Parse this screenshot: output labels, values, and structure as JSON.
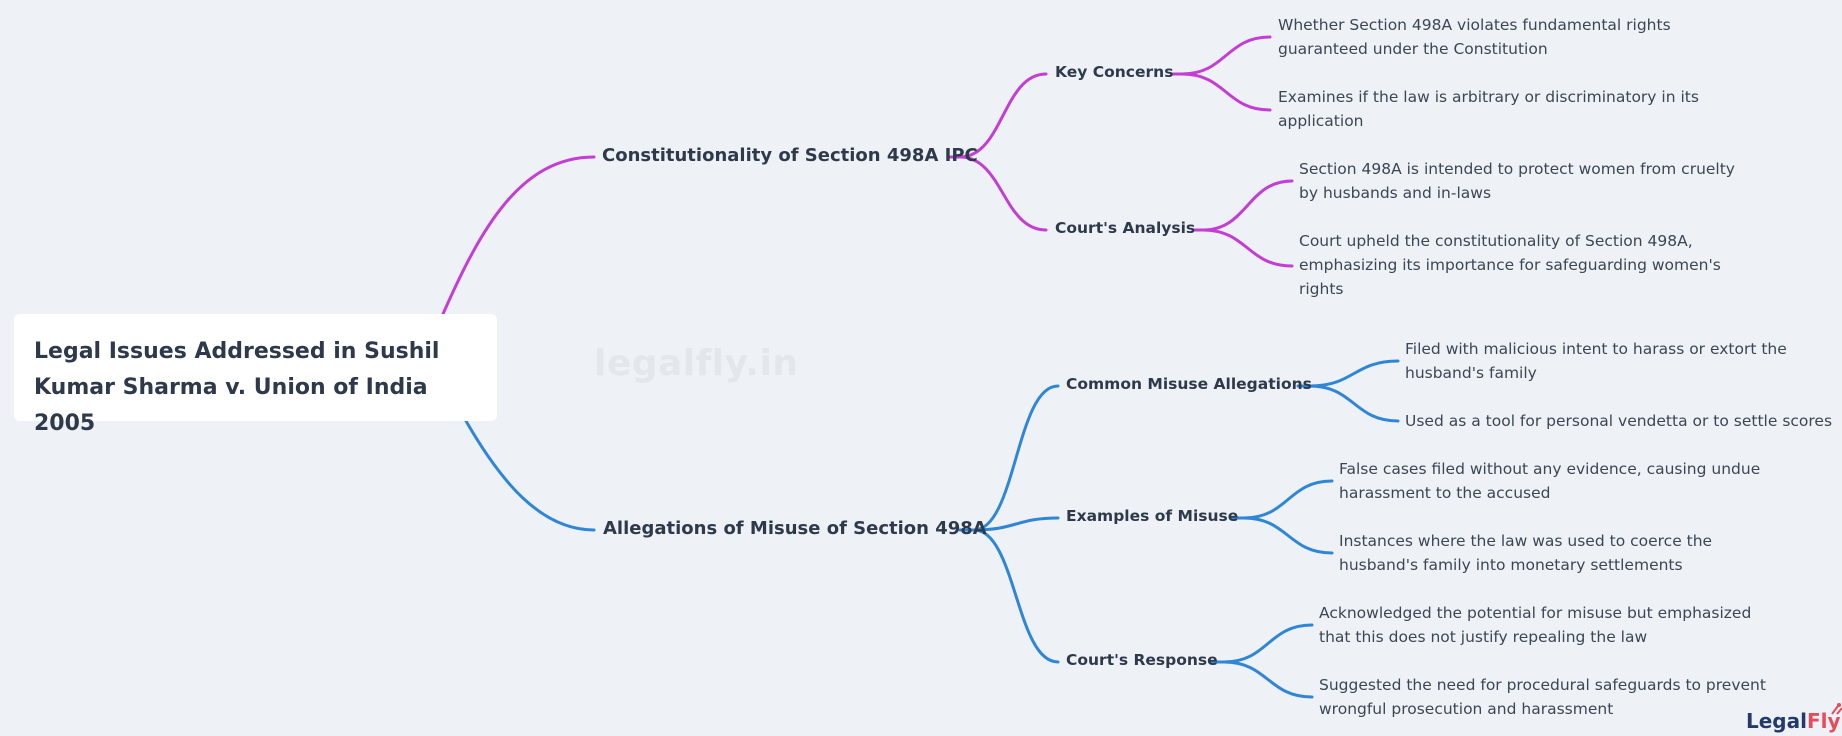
{
  "root": {
    "title_line1": "Legal Issues Addressed in Sushil",
    "title_line2": "Kumar Sharma v. Union of India 2005"
  },
  "watermark": "legalfly.in",
  "logo": {
    "part1": "Legal",
    "part2": "Fly"
  },
  "colors": {
    "branch1": "#c23ed4",
    "branch2": "#2f86d6",
    "background": "#eef2f6"
  },
  "branches": [
    {
      "label": "Constitutionality of Section 498A IPC",
      "children": [
        {
          "label": "Key Concerns",
          "leaves": [
            [
              "Whether Section 498A violates fundamental rights",
              "guaranteed under the Constitution"
            ],
            [
              "Examines if the law is arbitrary or discriminatory in its",
              "application"
            ]
          ]
        },
        {
          "label": "Court's Analysis",
          "leaves": [
            [
              "Section 498A is intended to protect women from cruelty",
              "by husbands and in-laws"
            ],
            [
              "Court upheld the constitutionality of Section 498A,",
              "emphasizing its importance for safeguarding women's",
              "rights"
            ]
          ]
        }
      ]
    },
    {
      "label": "Allegations of Misuse of Section 498A",
      "children": [
        {
          "label": "Common Misuse Allegations",
          "leaves": [
            [
              "Filed with malicious intent to harass or extort the",
              "husband's family"
            ],
            [
              "Used as a tool for personal vendetta or to settle scores"
            ]
          ]
        },
        {
          "label": "Examples of Misuse",
          "leaves": [
            [
              "False cases filed without any evidence, causing undue",
              "harassment to the accused"
            ],
            [
              "Instances where the law was used to coerce the",
              "husband's family into monetary settlements"
            ]
          ]
        },
        {
          "label": "Court's Response",
          "leaves": [
            [
              "Acknowledged the potential for misuse but emphasized",
              "that this does not justify repealing the law"
            ],
            [
              "Suggested the need for procedural safeguards to prevent",
              "wrongful prosecution and harassment"
            ]
          ]
        }
      ]
    }
  ]
}
